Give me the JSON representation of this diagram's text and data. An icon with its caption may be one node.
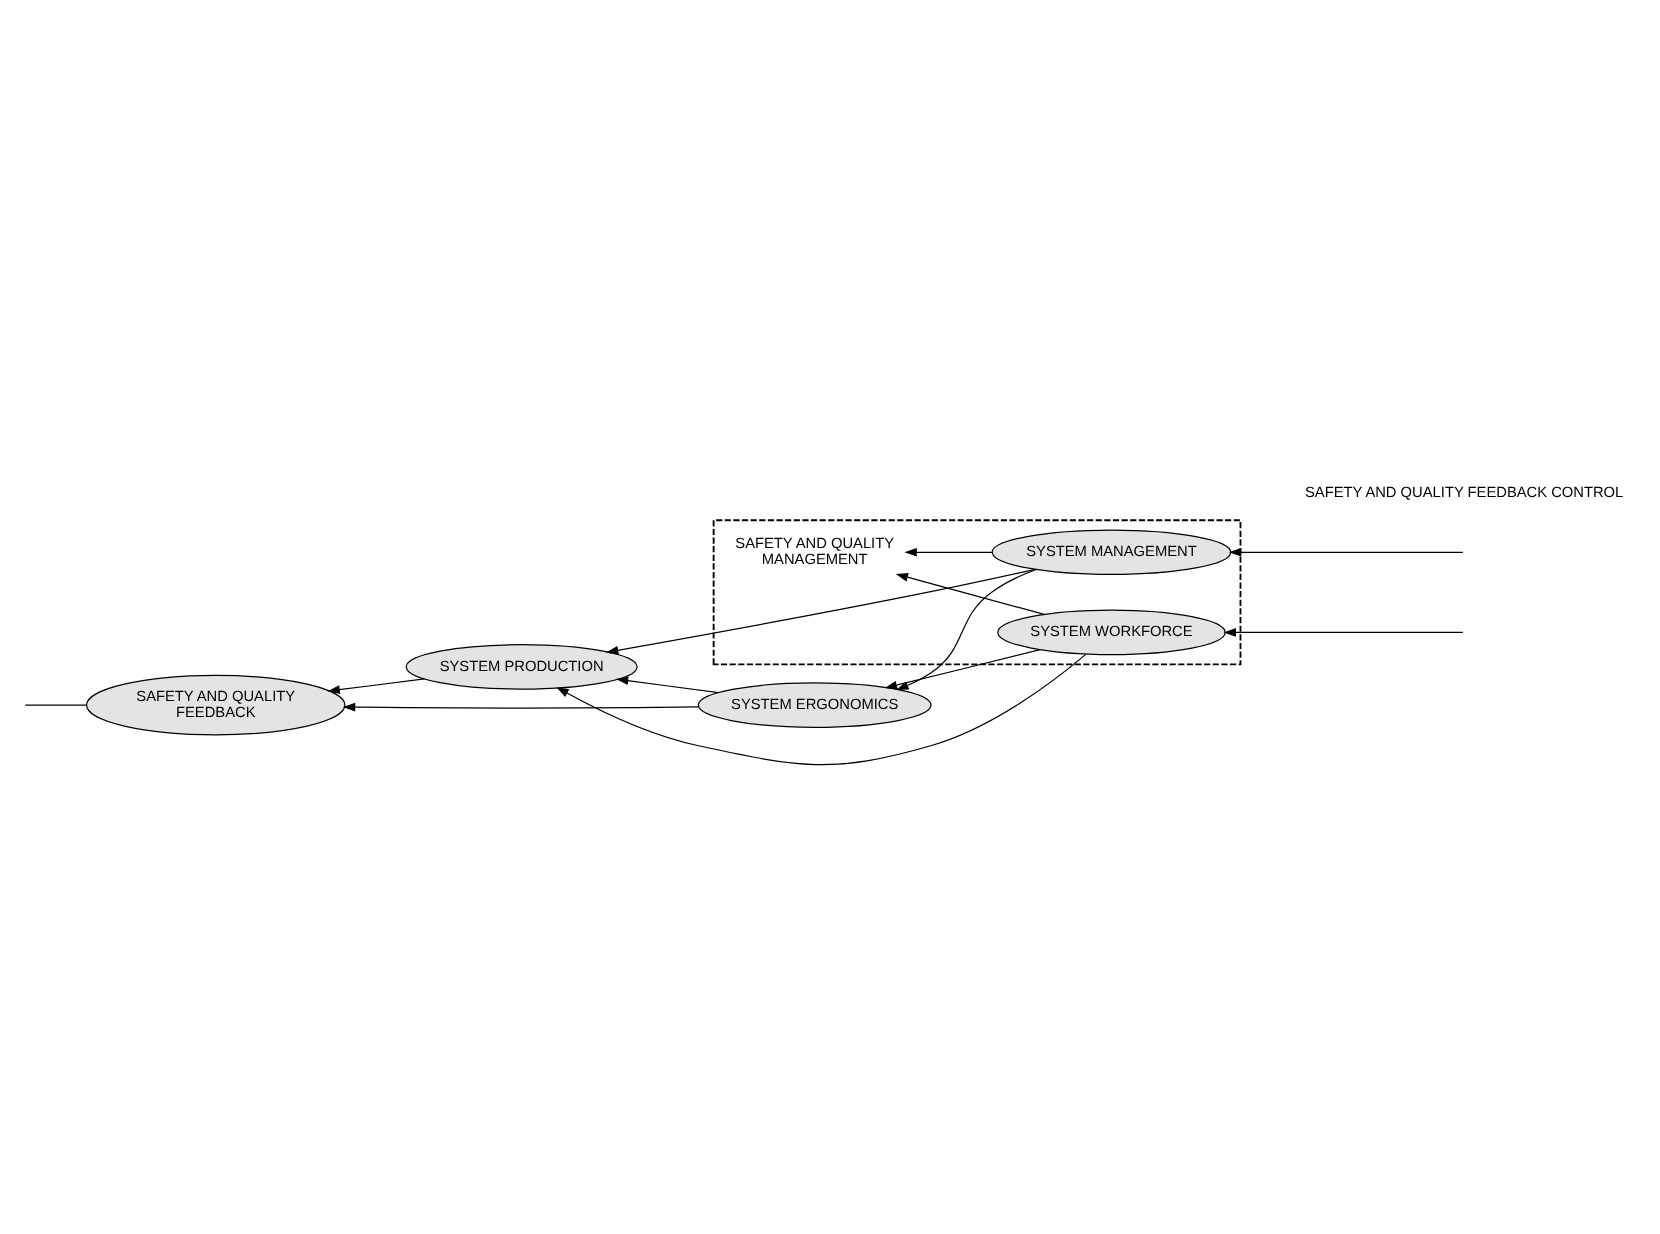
{
  "diagram": {
    "nodes": [
      {
        "text": [
          "SAFETY AND QUALITY FEEDBACK"
        ]
      },
      {
        "text": [
          "SYSTEM PRODUCTION"
        ]
      },
      {
        "text": [
          "SYSTEM ERGONOMICS"
        ]
      },
      {
        "text": [],
        "shape": "box"
      },
      {
        "text": [
          "SYSTEM MANAGEMENT"
        ],
        "in": 3
      },
      {
        "text": [
          "SAFETY AND QUALITY MANAGEMENT"
        ],
        "in": 3
      },
      {
        "text": [
          "SYSTEM WORKFORCE"
        ],
        "in": 3
      }
    ],
    "edges": [
      {
        "from": 1,
        "to": 0,
        "arrow": "to"
      },
      {
        "from": 2,
        "to": 0,
        "arrow": "to"
      },
      {
        "from": 2,
        "to": 1,
        "arrow": "to"
      },
      {
        "from": 4,
        "to": 1,
        "arrow": "to"
      },
      {
        "from": 4,
        "to": 2,
        "arrow": "to"
      },
      {
        "from": 6,
        "to": 1,
        "arrow": "to"
      },
      {
        "from": 6,
        "to": 2,
        "arrow": "to"
      },
      {
        "from": 4,
        "to": 5,
        "arrow": "to"
      },
      {
        "from": 6,
        "to": 5,
        "arrow": "to"
      },
      {
        "from": 0,
        "to": null,
        "arrow": "none"
      },
      {
        "from": null,
        "to": 4,
        "arrow": "to"
      },
      {
        "from": null,
        "to": 6,
        "arrow": "to"
      }
    ],
    "labels": [
      "SAFETY AND QUALITY FEEDBACK CONTROL"
    ]
  }
}
